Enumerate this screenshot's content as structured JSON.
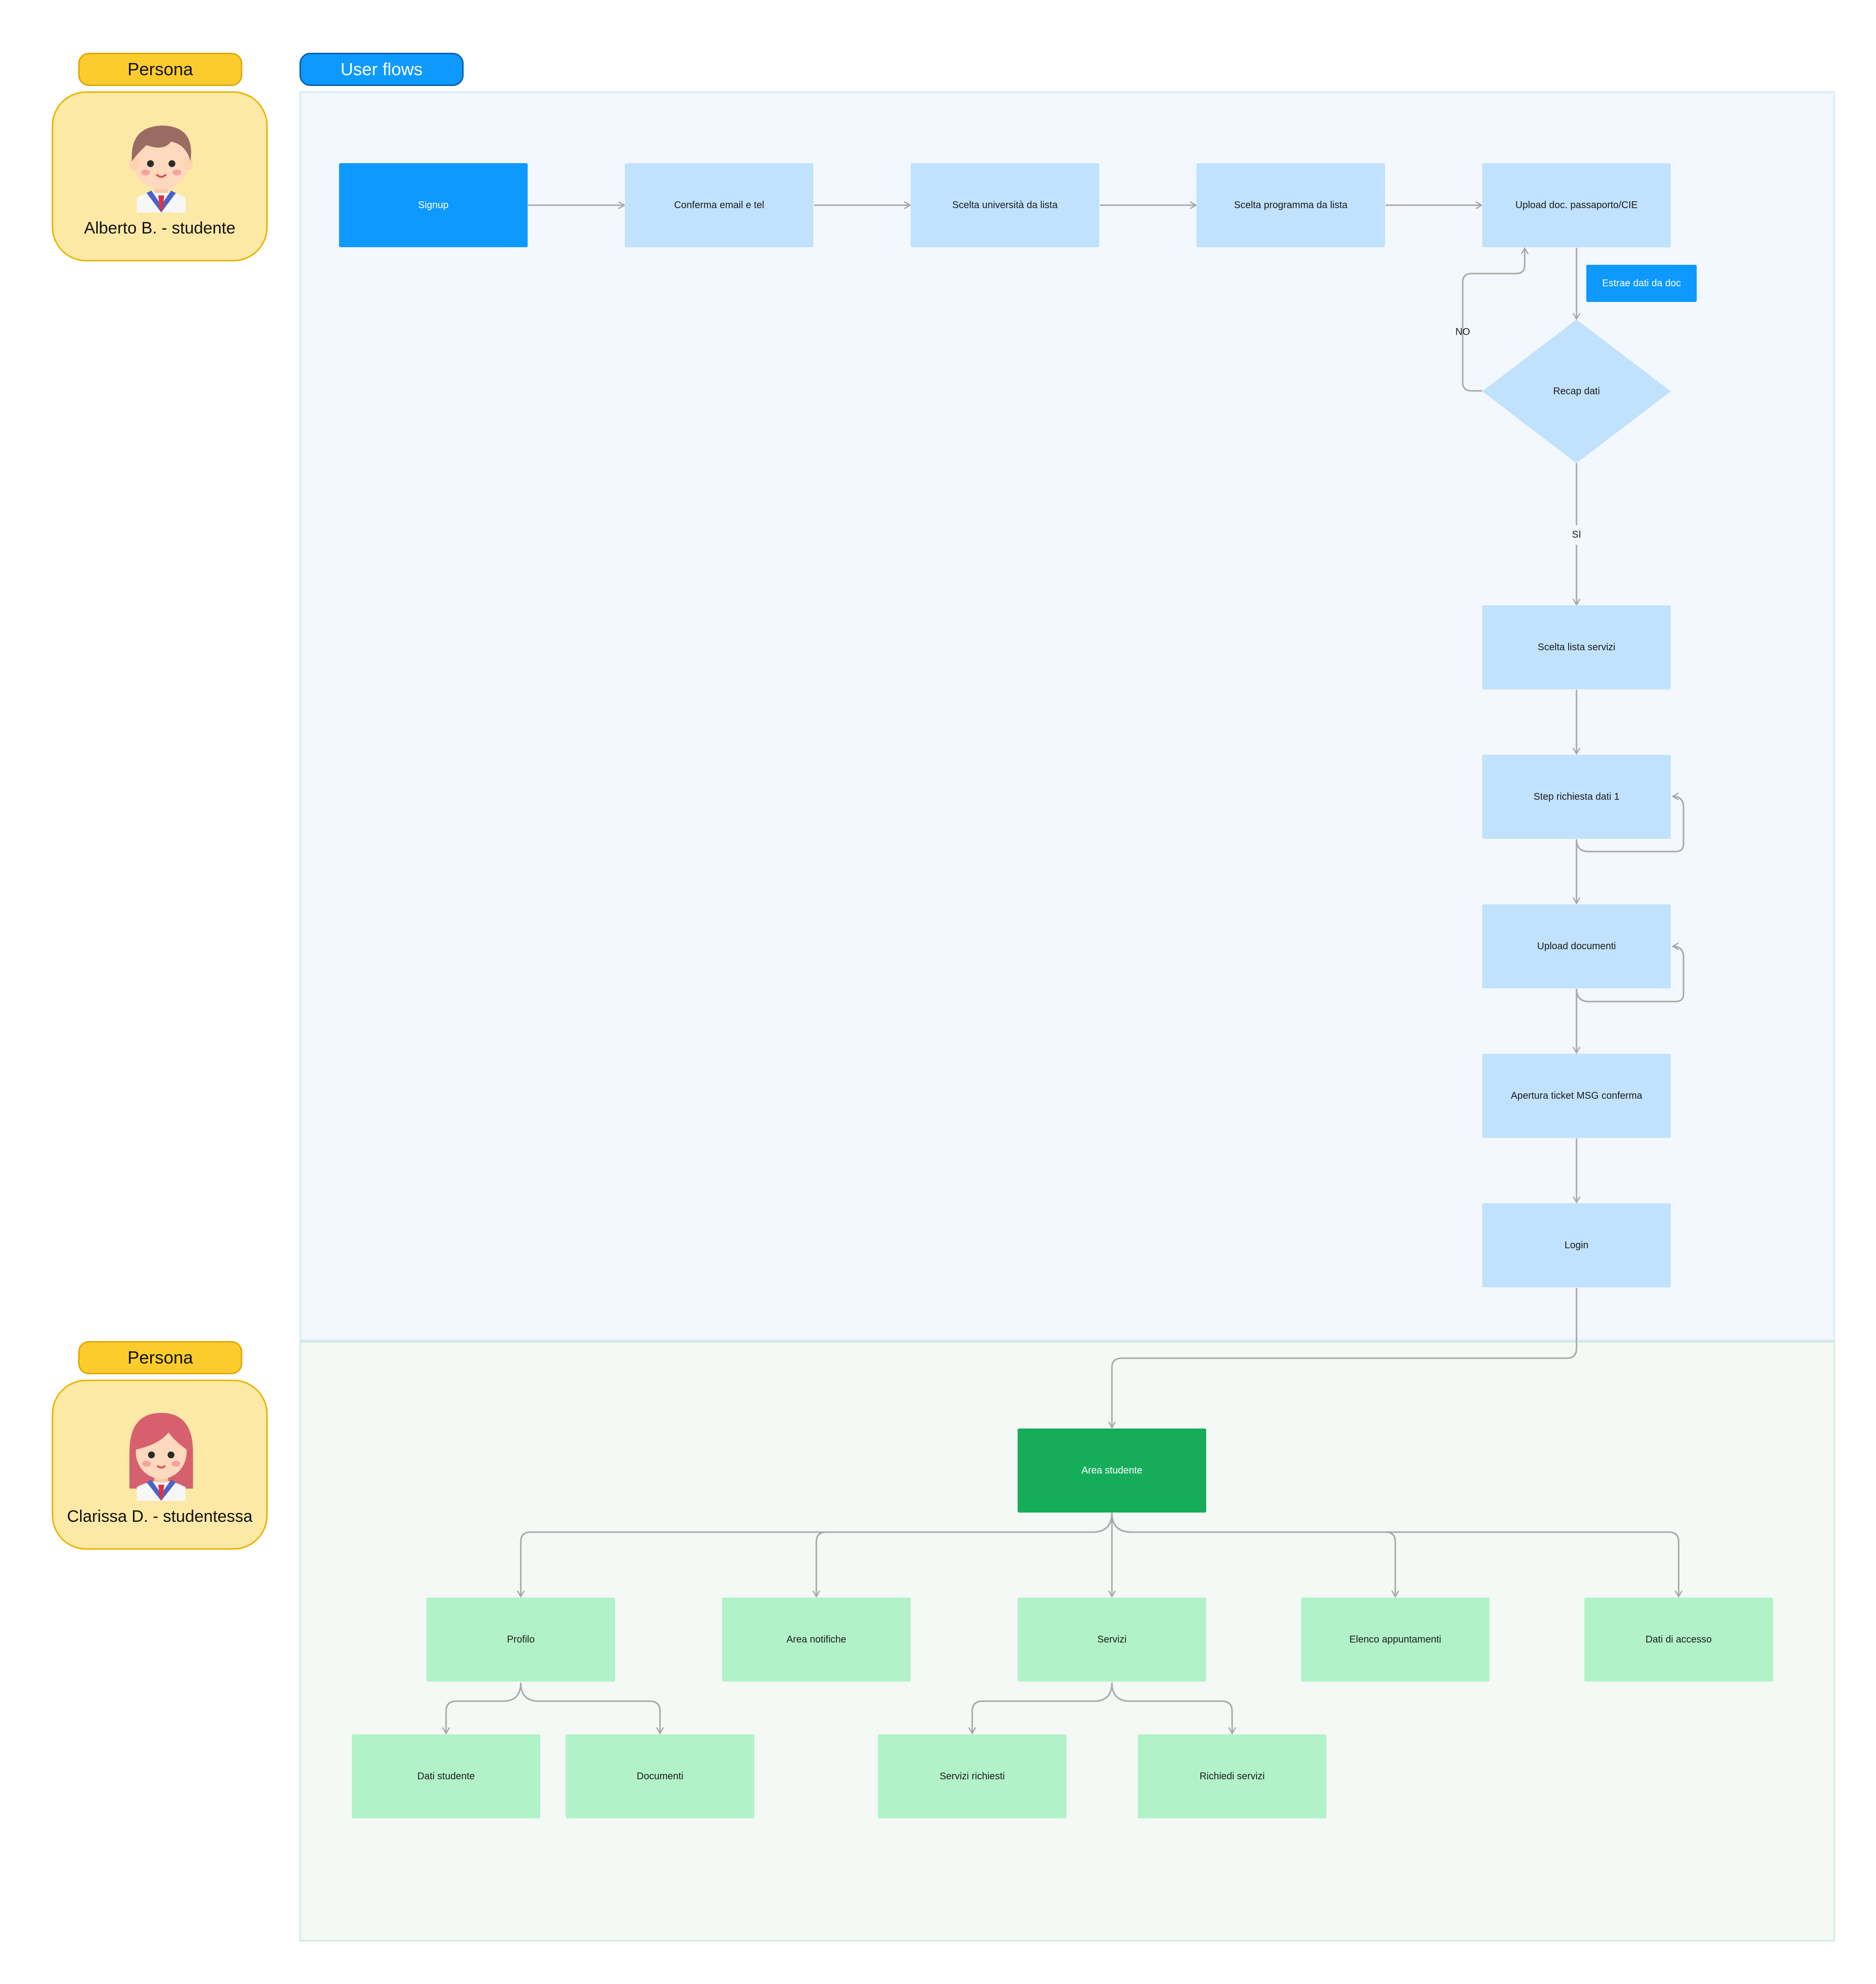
{
  "personas": [
    {
      "tag": "Persona",
      "name": "Alberto B. - studente"
    },
    {
      "tag": "Persona",
      "name": "Clarissa D. - studentessa"
    }
  ],
  "flows_tag": "User flows",
  "nodes": {
    "signup": "Signup",
    "conferma": "Conferma email e tel",
    "universita": "Scelta università da lista",
    "programma": "Scelta programma da lista",
    "upload_doc": "Upload doc. passaporto/CIE",
    "estrae": "Estrae dati da doc",
    "recap": "Recap dati",
    "servizi_lista": "Scelta lista servizi",
    "step1": "Step richiesta dati 1",
    "upload_documenti": "Upload documenti",
    "ticket": "Apertura ticket MSG conferma",
    "login": "Login",
    "area_studente": "Area studente",
    "profilo": "Profilo",
    "notifiche": "Area notifiche",
    "servizi": "Servizi",
    "appuntamenti": "Elenco appuntamenti",
    "accesso": "Dati di accesso",
    "dati_studente": "Dati studente",
    "documenti": "Documenti",
    "servizi_richiesti": "Servizi richiesti",
    "richiedi_servizi": "Richiedi servizi"
  },
  "edge_labels": {
    "no": "NO",
    "si": "SI"
  },
  "colors": {
    "primary_blue": "#0d99ff",
    "light_blue": "#c0e2fc",
    "primary_green": "#15ad5a",
    "light_green": "#b2f2c8",
    "persona_yellow": "#fccc2e",
    "connector": "#a8a8a8"
  }
}
